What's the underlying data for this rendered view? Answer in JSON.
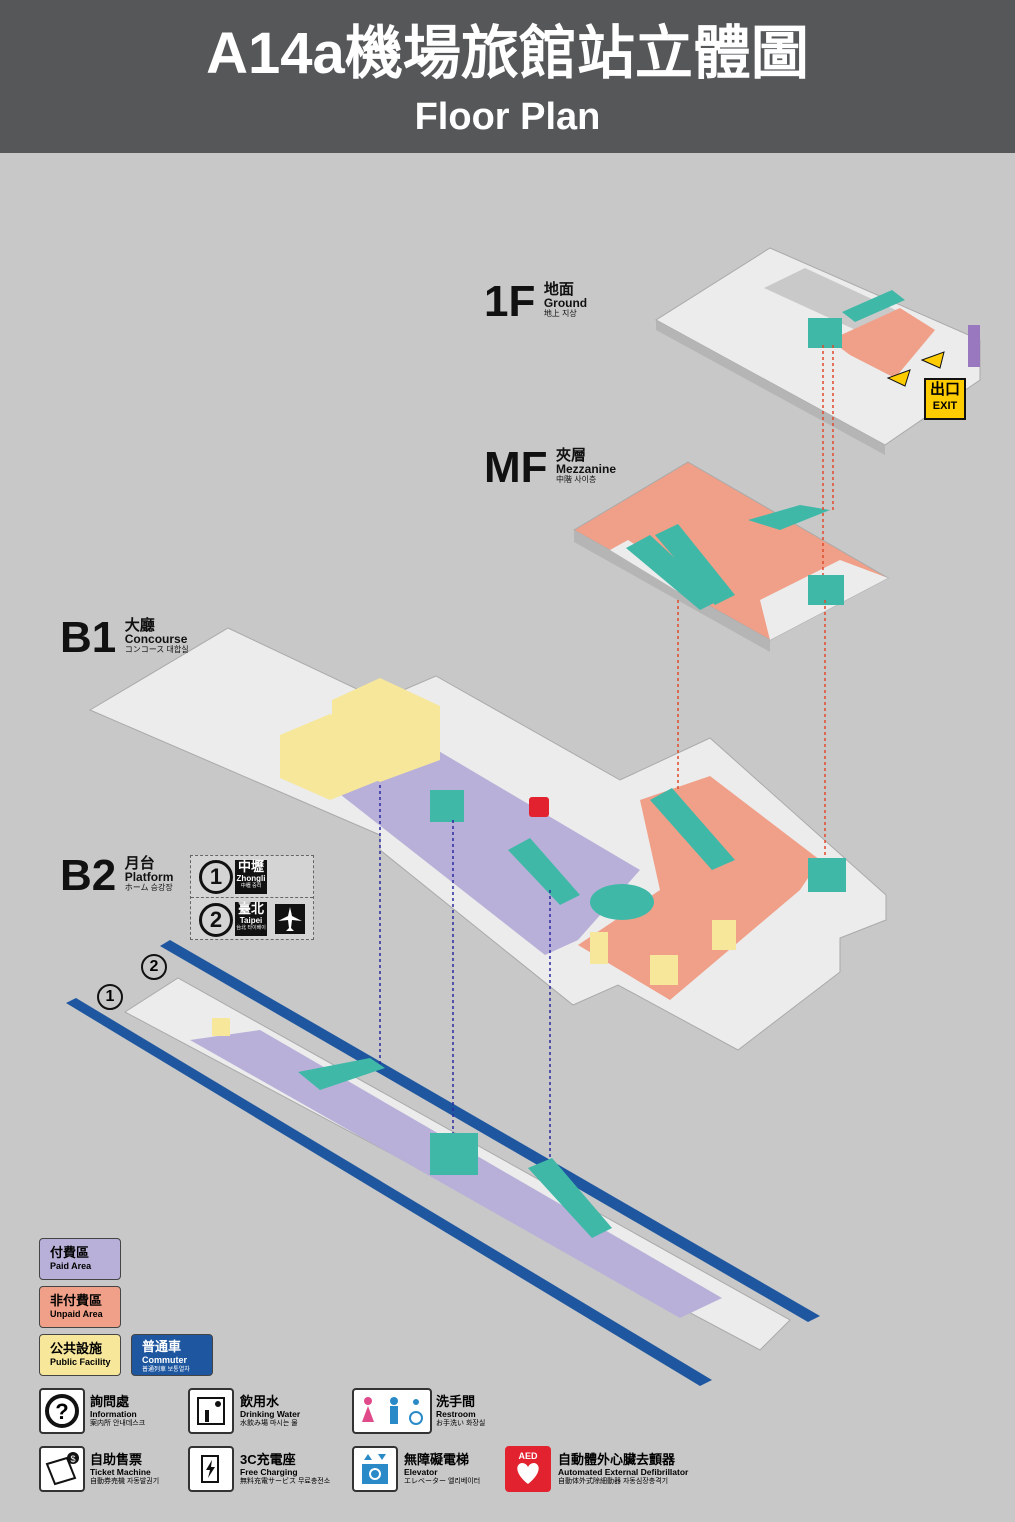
{
  "header": {
    "title_zh": "A14a機場旅館站立體圖",
    "title_en": "Floor Plan"
  },
  "levels": [
    {
      "code": "1F",
      "zh": "地面",
      "en": "Ground",
      "jk": "地上 지상"
    },
    {
      "code": "MF",
      "zh": "夾層",
      "en": "Mezzanine",
      "jk": "中階 사이층"
    },
    {
      "code": "B1",
      "zh": "大廳",
      "en": "Concourse",
      "jk": "コンコース 대합실"
    },
    {
      "code": "B2",
      "zh": "月台",
      "en": "Platform",
      "jk": "ホーム 승강장"
    }
  ],
  "destinations": [
    {
      "num": "1",
      "zh": "中壢",
      "en": "Zhongli",
      "sub": "中壢 중리"
    },
    {
      "num": "2",
      "zh": "臺北",
      "en": "Taipei",
      "sub": "台北 타이베이"
    }
  ],
  "tracks": [
    {
      "num": "2"
    },
    {
      "num": "1"
    }
  ],
  "exit": {
    "zh": "出口",
    "en": "EXIT"
  },
  "aed_short": "AED",
  "legend_areas": [
    {
      "zh": "付費區",
      "en": "Paid Area",
      "color": "#b8b0d8"
    },
    {
      "zh": "非付費區",
      "en": "Unpaid Area",
      "color": "#f0a088"
    },
    {
      "zh": "公共設施",
      "en": "Public Facility",
      "color": "#f6e79b"
    }
  ],
  "legend_service": {
    "zh": "普通車",
    "en": "Commuter",
    "jk": "普通列車 보통열차",
    "color": "#1e57a0"
  },
  "legend_icons": [
    {
      "icon": "information-icon",
      "zh": "詢問處",
      "en": "Information",
      "jk": "案内所 안내데스크"
    },
    {
      "icon": "drinking-water-icon",
      "zh": "飲用水",
      "en": "Drinking Water",
      "jk": "水飲み場 마시는 물"
    },
    {
      "icon": "restroom-icon",
      "zh": "洗手間",
      "en": "Restroom",
      "jk": "お手洗い 화장실"
    },
    {
      "icon": "ticket-machine-icon",
      "zh": "自助售票",
      "en": "Ticket Machine",
      "jk": "自動券売機 자동발권기"
    },
    {
      "icon": "charging-icon",
      "zh": "3C充電座",
      "en": "Free Charging",
      "jk": "無料充電サービス 무료충전소"
    },
    {
      "icon": "elevator-icon",
      "zh": "無障礙電梯",
      "en": "Elevator",
      "jk": "エレベーター 엘리베이터"
    },
    {
      "icon": "aed-icon",
      "zh": "自動體外心臟去顫器",
      "en": "Automated External Defibrillator",
      "jk": "自動体外式除細動器 자동심장충격기"
    }
  ],
  "colors": {
    "paid": "#b8b0d8",
    "unpaid": "#f0a088",
    "facility": "#f6e79b",
    "teal": "#3fb8a8",
    "track": "#1e57a0",
    "floor": "#ececec",
    "header": "#555758"
  }
}
